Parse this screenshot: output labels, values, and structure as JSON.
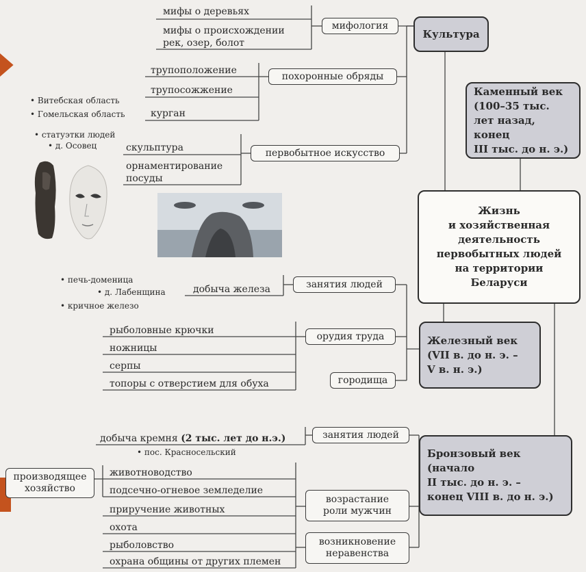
{
  "diagram": {
    "center": "Жизнь\nи хозяйственная\nдеятельность\nпервобытных людей\nна территории\nБеларуси",
    "culture": "Культура",
    "stone_age": "Каменный век\n(100–35 тыс.\nлет назад, конец\nIII тыс. до н. э.)",
    "iron_age": "Железный век\n(VII в. до н. э. –\nV в. н. э.)",
    "bronze_age": "Бронзовый век\n(начало\nII тыс. до н. э. –\nконец VIII в. до н. э.)",
    "culture_branches": {
      "mythology": "мифология",
      "myths_trees": "мифы о деревьях",
      "myths_origin": "мифы о происхождении\nрек, озер, болот",
      "burial": "похоронные обряды",
      "inhumation": "трупоположение",
      "cremation": "трупосожжение",
      "kurgan": "курган",
      "vitebsk": "• Витебская область",
      "gomel": "• Гомельская область",
      "art": "первобытное искусство",
      "sculpture": "скульптура",
      "ornament": "орнаментирование\nпосуды",
      "figurines": "• статуэтки людей",
      "osovets": "• д. Осовец"
    },
    "iron_branches": {
      "occupations": "занятия людей",
      "iron_mining": "добыча железа",
      "furnace": "• печь-доменица",
      "labenshchina": "• д. Лабенщина",
      "bloom_iron": "• кричное железо",
      "tools": "орудия труда",
      "hooks": "рыболовные крючки",
      "scissors": "ножницы",
      "sickles": "серпы",
      "axes": "топоры с отверстием для обуха",
      "hillforts": "городища"
    },
    "bronze_branches": {
      "occupations": "занятия людей",
      "flint_mining": "добыча кремня",
      "flint_date": "(2 тыс. лет до н.э.)",
      "krasnoselsky": "• пос. Красносельский",
      "producing_economy": "производящее\nхозяйство",
      "animal_husbandry": "животноводство",
      "slash_burn": "подсечно-огневое земледелие",
      "domestication": "приручение животных",
      "hunting": "охота",
      "fishing": "рыболовство",
      "protection": "охрана общины от других племен",
      "men_role": "возрастание\nроли мужчин",
      "inequality": "возникновение\nнеравенства"
    }
  },
  "colors": {
    "orange_accent": "#c4531e",
    "age_box_fill": "#cfcfd6"
  }
}
